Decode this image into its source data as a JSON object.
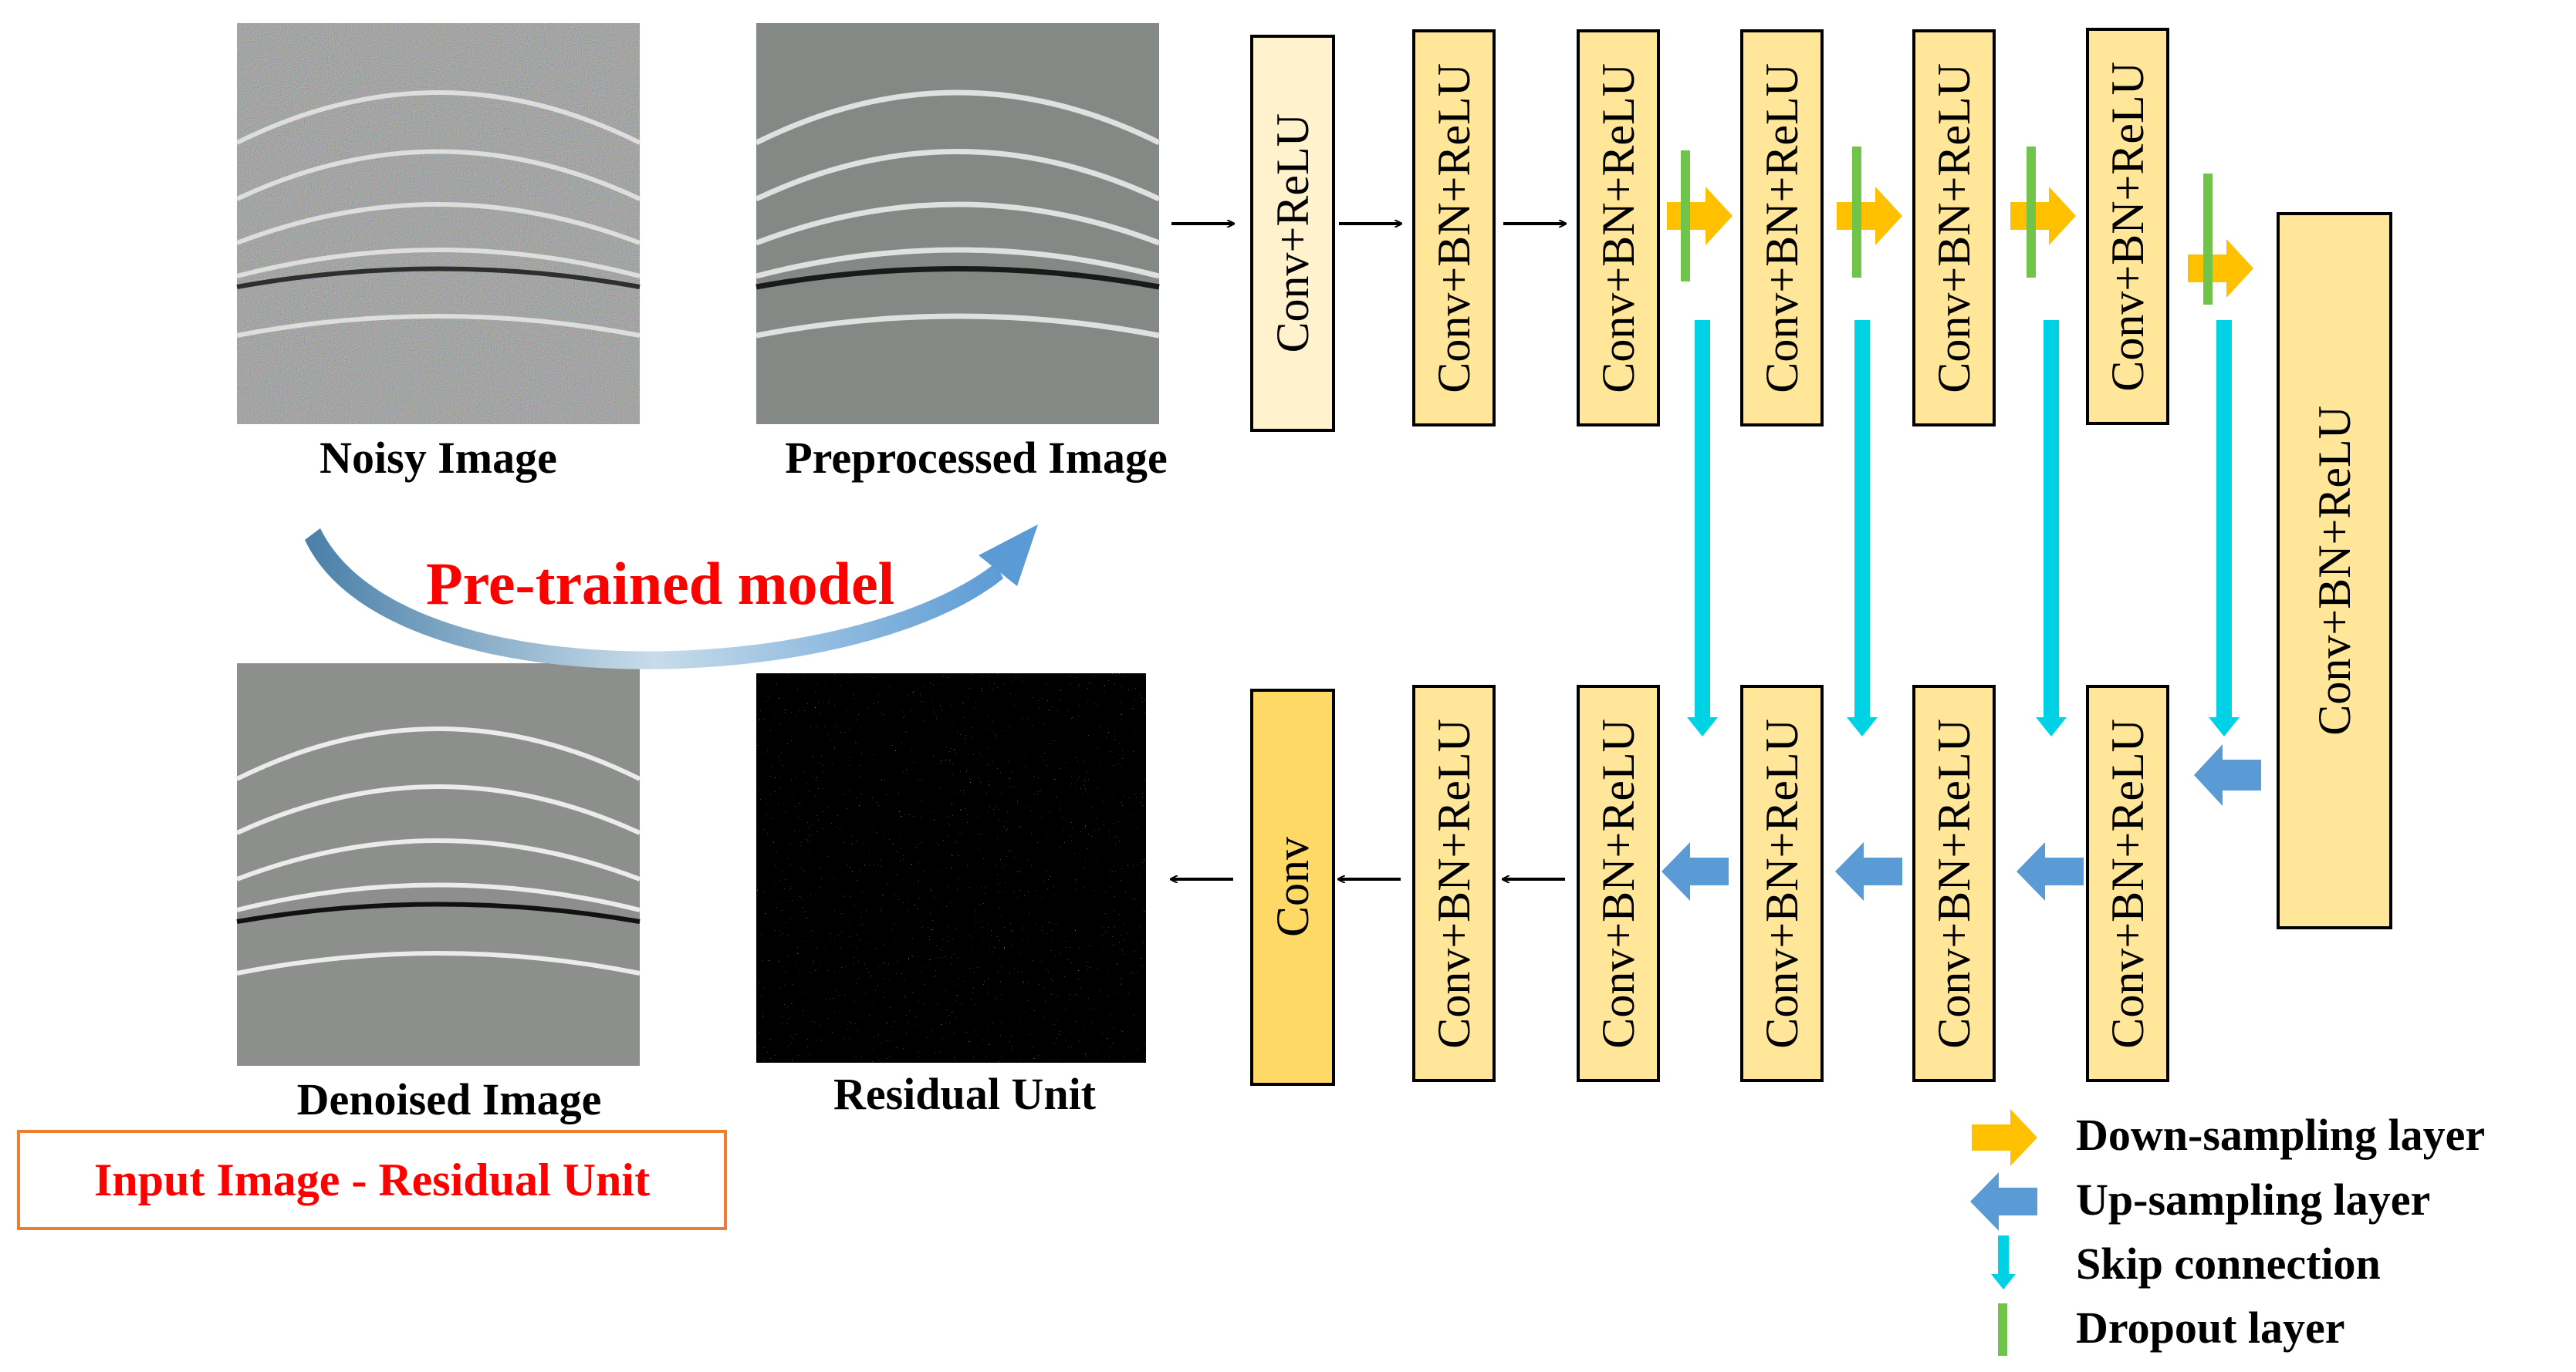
{
  "labels": {
    "noisy": "Noisy Image",
    "preprocessed": "Preprocessed Image",
    "denoised": "Denoised Image",
    "residual": "Residual Unit",
    "pretrained": "Pre-trained model",
    "input_minus_residual": "Input Image - Residual Unit"
  },
  "blocks": {
    "enc1": "Conv+ReLU",
    "enc2": "Conv+BN+ReLU",
    "enc3": "Conv+BN+ReLU",
    "enc4": "Conv+BN+ReLU",
    "enc5": "Conv+BN+ReLU",
    "enc6": "Conv+BN+ReLU",
    "bottleneck": "Conv+BN+ReLU",
    "dec1": "Conv+BN+ReLU",
    "dec2": "Conv+BN+ReLU",
    "dec3": "Conv+BN+ReLU",
    "dec4": "Conv+BN+ReLU",
    "dec5": "Conv+BN+ReLU",
    "out": "Conv"
  },
  "legend": {
    "down": "Down-sampling layer",
    "up": "Up-sampling layer",
    "skip": "Skip connection",
    "dropout": "Dropout layer"
  },
  "colors": {
    "block_light": "#fff2cc",
    "block_mid": "#ffe699",
    "block_dark": "#ffd966",
    "down_arrow": "#ffc000",
    "up_arrow": "#5b9bd5",
    "skip": "#00d2e6",
    "dropout": "#70c44a",
    "title_red": "#ff0000",
    "box_border": "#ed7d31"
  }
}
